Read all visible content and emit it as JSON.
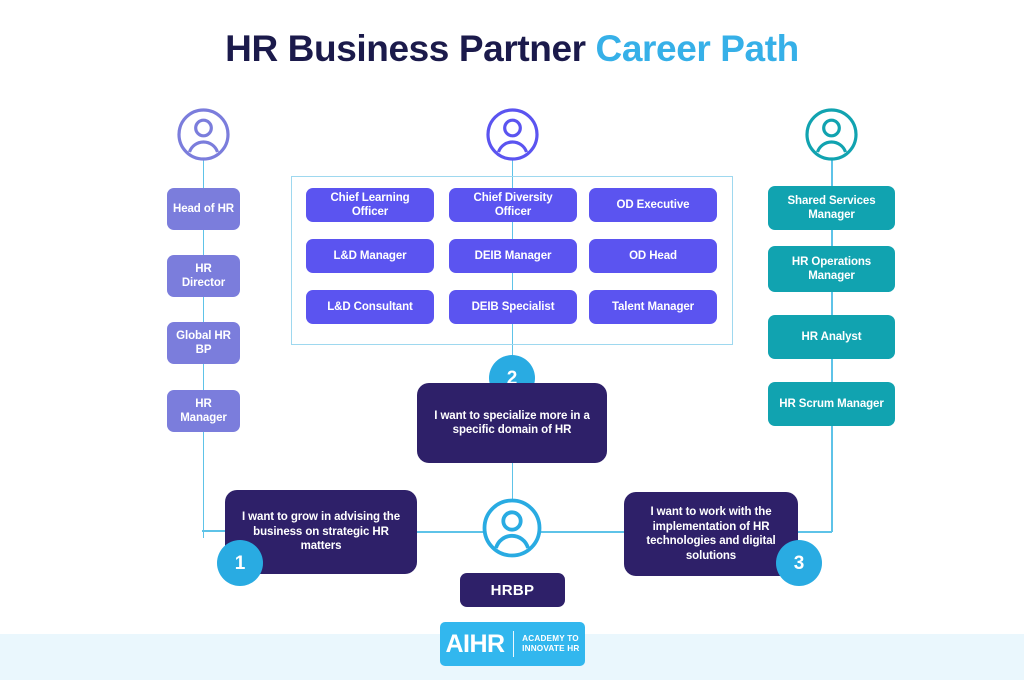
{
  "title": {
    "part1": "HR Business Partner",
    "part2": "Career Path"
  },
  "colors": {
    "title_dark": "#1b1a4b",
    "title_blue": "#36b0e8",
    "left_track": "#7b7ddc",
    "center_track": "#5b54f0",
    "right_track": "#11a3b0",
    "callout_bg": "#2e2069",
    "number_circle": "#29abe2",
    "connector_line": "#5ec3e8",
    "grid_frame_border": "#9ed8ef",
    "footer_band": "#eaf7fd",
    "logo_bg": "#32b7ee"
  },
  "icons": {
    "left_person": "person-icon",
    "center_person": "person-icon",
    "right_person": "person-icon",
    "hrbp_person": "person-icon"
  },
  "left_track": {
    "icon_color": "#7b7ddc",
    "roles": [
      {
        "label": "Head of HR"
      },
      {
        "label": "HR Director"
      },
      {
        "label": "Global HR BP"
      },
      {
        "label": "HR Manager"
      }
    ]
  },
  "center_track": {
    "icon_color": "#5b54f0",
    "roles": [
      {
        "label": "Chief Learning Officer"
      },
      {
        "label": "Chief Diversity Officer"
      },
      {
        "label": "OD Executive"
      },
      {
        "label": "L&D Manager"
      },
      {
        "label": "DEIB Manager"
      },
      {
        "label": "OD Head"
      },
      {
        "label": "L&D Consultant"
      },
      {
        "label": "DEIB Specialist"
      },
      {
        "label": "Talent Manager"
      }
    ]
  },
  "right_track": {
    "icon_color": "#11a3b0",
    "roles": [
      {
        "label": "Shared Services Manager"
      },
      {
        "label": "HR Operations Manager"
      },
      {
        "label": "HR Analyst"
      },
      {
        "label": "HR Scrum Manager"
      }
    ]
  },
  "callouts": [
    {
      "number": "1",
      "text": "I want to grow in advising the business on strategic HR matters"
    },
    {
      "number": "2",
      "text": "I want to specialize more in a specific domain of HR"
    },
    {
      "number": "3",
      "text": "I want to work with the implementation of HR technologies and digital solutions"
    }
  ],
  "hrbp": {
    "label": "HRBP"
  },
  "logo": {
    "main": "AIHR",
    "sub_line1": "ACADEMY TO",
    "sub_line2": "INNOVATE HR"
  }
}
